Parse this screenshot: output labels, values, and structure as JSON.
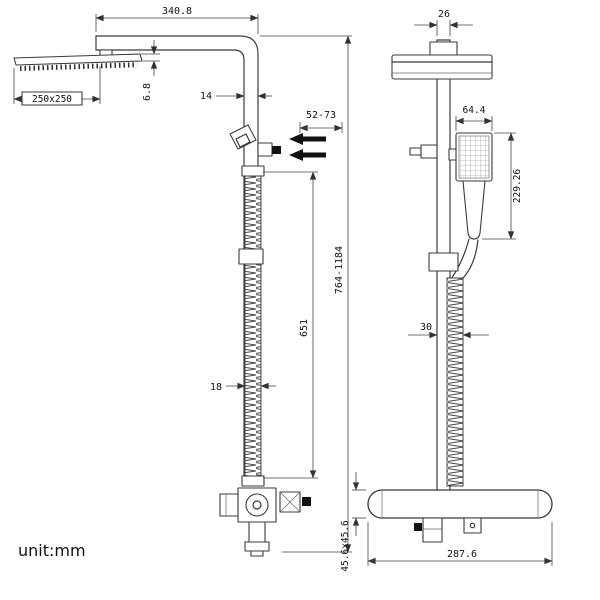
{
  "drawing": {
    "unit_label": "unit:mm",
    "left_view": {
      "arm_length": "340.8",
      "head_size": "250x250",
      "head_thickness": "6.8",
      "arm_width": "14",
      "adjust_range": "52-73",
      "overall_height": "764-1184",
      "hose_length": "651",
      "hose_width": "18"
    },
    "right_view": {
      "top_pipe_width": "26",
      "hand_shower_width": "64.4",
      "hand_shower_length": "229.26",
      "pipe_width": "30",
      "valve_size": "45.6x45.6",
      "bar_length": "287.6"
    }
  }
}
